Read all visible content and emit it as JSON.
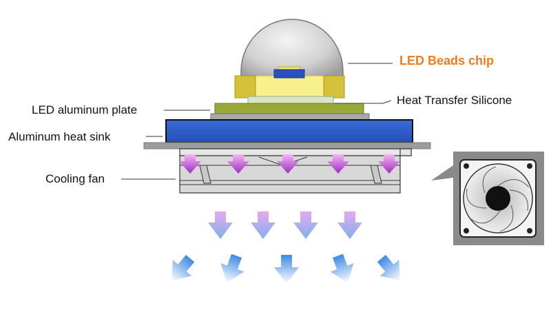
{
  "labels": {
    "led_beads_chip": "LED Beads chip",
    "heat_transfer_silicone": "Heat Transfer Silicone",
    "led_aluminum_plate": "LED aluminum plate",
    "aluminum_heat_sink": "Aluminum heat sink",
    "cooling_fan": "Cooling fan"
  },
  "colors": {
    "chip_label": "#F07C1E",
    "label_text": "#111111",
    "dome": "#C8C8C8",
    "chip_body": "#F8F08C",
    "chip_ears": "#D4C23A",
    "die": "#2B4FBF",
    "aluminum_plate": "#9AA83A",
    "silicone": "#A8A8A8",
    "heat_sink": "#2F5FC9",
    "heat_sink_base": "#9C9C9C",
    "fan_housing": "#D8D8D8",
    "heat_arrows": "#B040C8",
    "air_arrows": "#7FB2EC",
    "fan_inset_bg": "#8A8A8A"
  },
  "icons": {
    "heat_arrow": "down-arrow-icon",
    "airflow_arrow": "airflow-arrow-icon",
    "fan": "fan-icon"
  }
}
